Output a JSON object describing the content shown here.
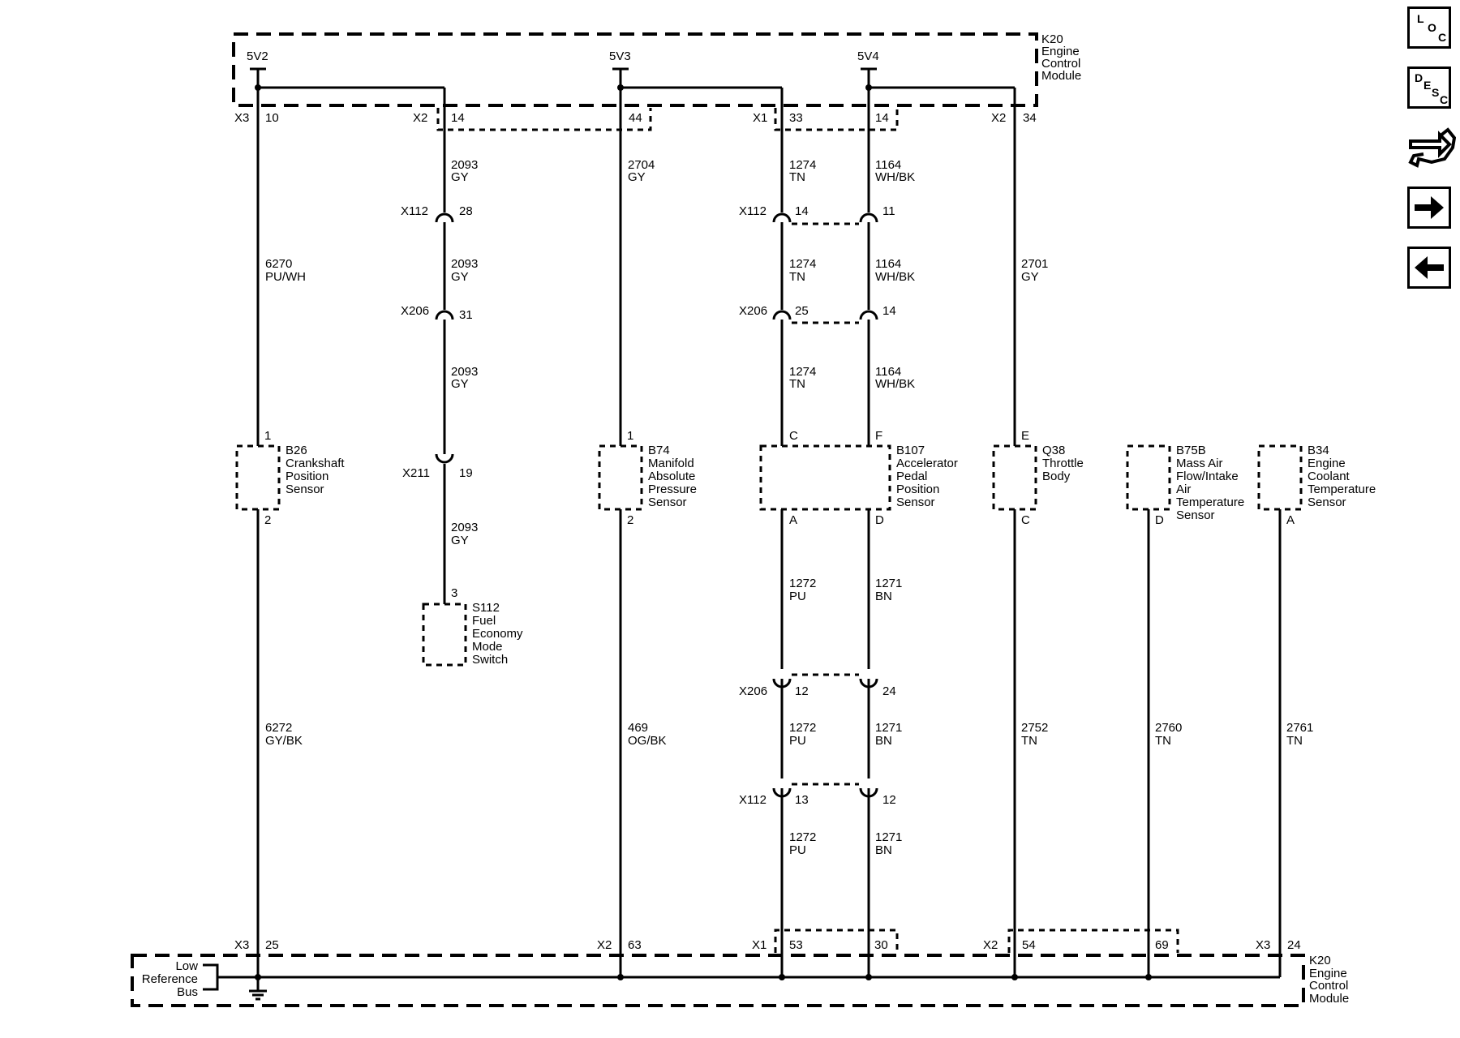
{
  "module": {
    "name": "K20",
    "desc": [
      "Engine",
      "Control",
      "Module"
    ]
  },
  "supplies": [
    {
      "id": "s5v2",
      "label": "5V2"
    },
    {
      "id": "s5v3",
      "label": "5V3"
    },
    {
      "id": "s5v4",
      "label": "5V4"
    }
  ],
  "top_pins": [
    {
      "conn": "X3",
      "pin": "10"
    },
    {
      "conn": "X2",
      "pin": "14"
    },
    {
      "conn": "",
      "pin": "44"
    },
    {
      "conn": "X1",
      "pin": "33"
    },
    {
      "conn": "",
      "pin": "14"
    },
    {
      "conn": "X2",
      "pin": "34"
    }
  ],
  "bottom_pins": [
    {
      "conn": "X3",
      "pin": "25"
    },
    {
      "conn": "X2",
      "pin": "63"
    },
    {
      "conn": "X1",
      "pin": "53"
    },
    {
      "conn": "",
      "pin": "30"
    },
    {
      "conn": "X2",
      "pin": "54"
    },
    {
      "conn": "",
      "pin": "69"
    },
    {
      "conn": "X3",
      "pin": "24"
    }
  ],
  "wire_labels": [
    {
      "circuit": "6270",
      "color": "PU/WH"
    },
    {
      "circuit": "6272",
      "color": "GY/BK"
    },
    {
      "circuit": "2093",
      "color": "GY"
    },
    {
      "circuit": "2093",
      "color": "GY"
    },
    {
      "circuit": "2093",
      "color": "GY"
    },
    {
      "circuit": "2093",
      "color": "GY"
    },
    {
      "circuit": "2704",
      "color": "GY"
    },
    {
      "circuit": "469",
      "color": "OG/BK"
    },
    {
      "circuit": "1274",
      "color": "TN"
    },
    {
      "circuit": "1274",
      "color": "TN"
    },
    {
      "circuit": "1274",
      "color": "TN"
    },
    {
      "circuit": "1164",
      "color": "WH/BK"
    },
    {
      "circuit": "1164",
      "color": "WH/BK"
    },
    {
      "circuit": "1164",
      "color": "WH/BK"
    },
    {
      "circuit": "1272",
      "color": "PU"
    },
    {
      "circuit": "1272",
      "color": "PU"
    },
    {
      "circuit": "1272",
      "color": "PU"
    },
    {
      "circuit": "1271",
      "color": "BN"
    },
    {
      "circuit": "1271",
      "color": "BN"
    },
    {
      "circuit": "1271",
      "color": "BN"
    },
    {
      "circuit": "2701",
      "color": "GY"
    },
    {
      "circuit": "2752",
      "color": "TN"
    },
    {
      "circuit": "2760",
      "color": "TN"
    },
    {
      "circuit": "2761",
      "color": "TN"
    }
  ],
  "inline_connectors": [
    {
      "name": "X112",
      "pins": [
        "28"
      ]
    },
    {
      "name": "X206",
      "pins": [
        "31"
      ]
    },
    {
      "name": "X211",
      "pins": [
        "19"
      ]
    },
    {
      "name": "X112",
      "pins": [
        "14",
        "11"
      ]
    },
    {
      "name": "X206",
      "pins": [
        "25",
        "14"
      ]
    },
    {
      "name": "X206",
      "pins": [
        "12",
        "24"
      ]
    },
    {
      "name": "X112",
      "pins": [
        "13",
        "12"
      ]
    }
  ],
  "components": [
    {
      "id": "B26",
      "lines": [
        "Crankshaft",
        "Position",
        "Sensor"
      ],
      "pins": [
        "1",
        "2"
      ]
    },
    {
      "id": "S112",
      "lines": [
        "Fuel",
        "Economy",
        "Mode",
        "Switch"
      ],
      "pins": [
        "3"
      ]
    },
    {
      "id": "B74",
      "lines": [
        "Manifold",
        "Absolute",
        "Pressure",
        "Sensor"
      ],
      "pins": [
        "1",
        "2"
      ]
    },
    {
      "id": "B107",
      "lines": [
        "Accelerator",
        "Pedal",
        "Position",
        "Sensor"
      ],
      "pins": [
        "C",
        "F",
        "A",
        "D"
      ]
    },
    {
      "id": "Q38",
      "lines": [
        "Throttle",
        "Body"
      ],
      "pins": [
        "E",
        "C"
      ]
    },
    {
      "id": "B75B",
      "lines": [
        "Mass Air",
        "Flow/Intake",
        "Air",
        "Temperature",
        "Sensor"
      ],
      "pins": [
        "D"
      ]
    },
    {
      "id": "B34",
      "lines": [
        "Engine",
        "Coolant",
        "Temperature",
        "Sensor"
      ],
      "pins": [
        "A"
      ]
    }
  ],
  "low_ref_bus": [
    "Low",
    "Reference",
    "Bus"
  ],
  "nav": {
    "loc": [
      "L",
      "O",
      "C"
    ],
    "desc": [
      "D",
      "E",
      "S",
      "C"
    ]
  }
}
